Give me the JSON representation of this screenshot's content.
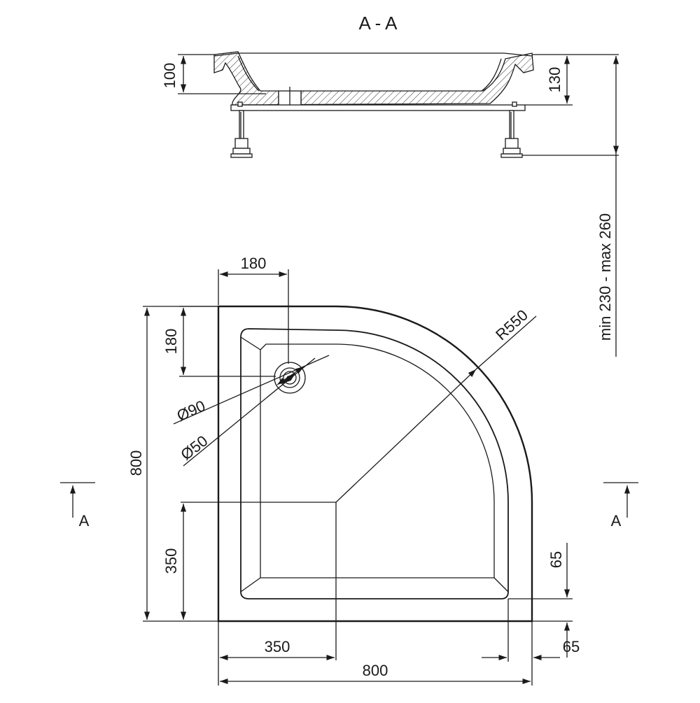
{
  "section_title": "A - A",
  "section": {
    "depth_outer": "100",
    "depth_total": "130",
    "leg_range": "min 230 - max 260"
  },
  "plan": {
    "waste_offset_x": "180",
    "waste_offset_y": "180",
    "waste_outer_diameter": "Ø90",
    "waste_inner_diameter": "Ø50",
    "radius": "R550",
    "total_height": "800",
    "total_width": "800",
    "straight_side_y": "350",
    "straight_side_x": "350",
    "rim_bottom": "65",
    "rim_right": "65"
  },
  "section_marks": {
    "left": "A",
    "right": "A"
  }
}
